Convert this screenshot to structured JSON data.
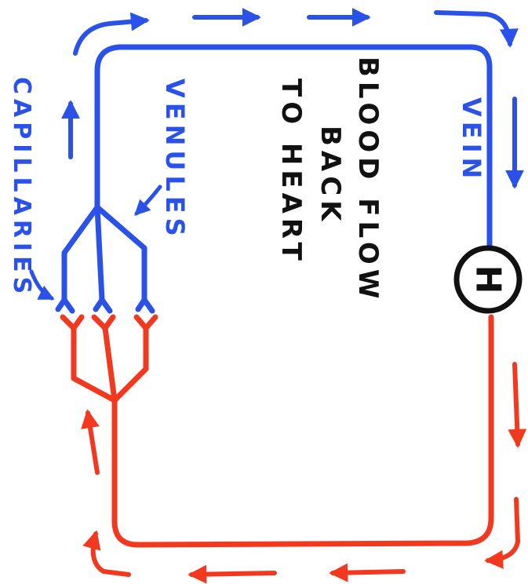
{
  "colors": {
    "vein": "#2a52e8",
    "artery": "#f2391f",
    "ink": "#111111",
    "background": "#ffffff"
  },
  "labels": {
    "capillaries": "CAPILLARIES",
    "venules": "VENULES",
    "vein": "VEIN",
    "heart": "H",
    "caption_line1": "BLOOD FLOW",
    "caption_line2": "BACK",
    "caption_line3": "TO HEART"
  }
}
